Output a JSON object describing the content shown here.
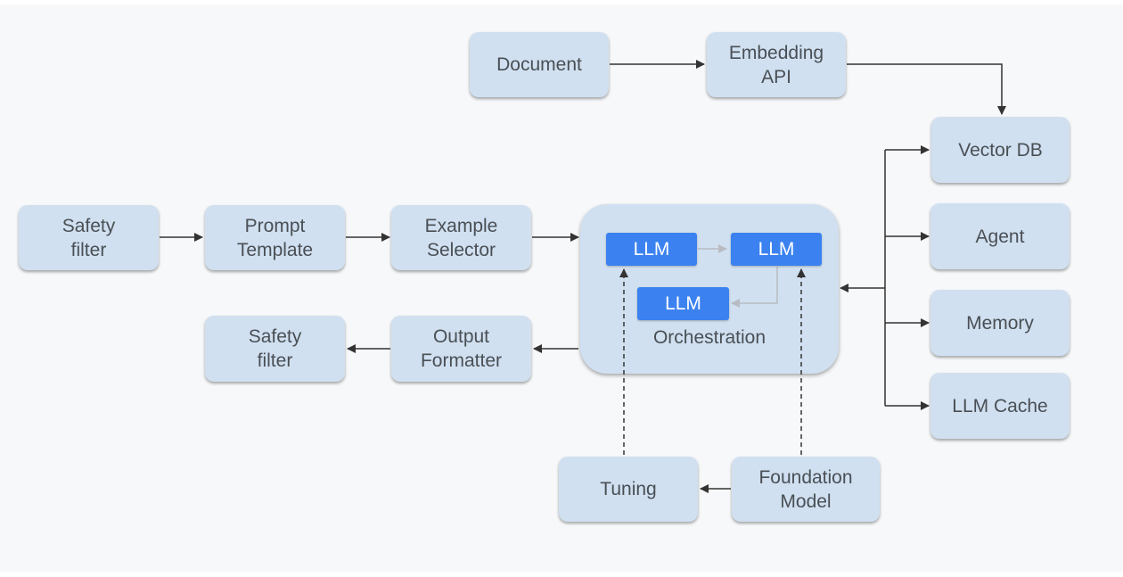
{
  "nodes": {
    "document": "Document",
    "embedding_api": "Embedding\nAPI",
    "vector_db": "Vector DB",
    "agent": "Agent",
    "memory": "Memory",
    "llm_cache": "LLM Cache",
    "safety_filter_in": "Safety\nfilter",
    "prompt_template": "Prompt\nTemplate",
    "example_selector": "Example\nSelector",
    "output_formatter": "Output\nFormatter",
    "safety_filter_out": "Safety\nfilter",
    "tuning": "Tuning",
    "foundation_model": "Foundation\nModel"
  },
  "orchestration": {
    "label": "Orchestration",
    "llm_1": "LLM",
    "llm_2": "LLM",
    "llm_3": "LLM"
  },
  "colors": {
    "box_fill": "#d0e0f0",
    "llm_fill": "#3b82f0",
    "arrow": "#333333",
    "inner_arrow": "#b8bcc2",
    "text": "#4a4f55"
  }
}
